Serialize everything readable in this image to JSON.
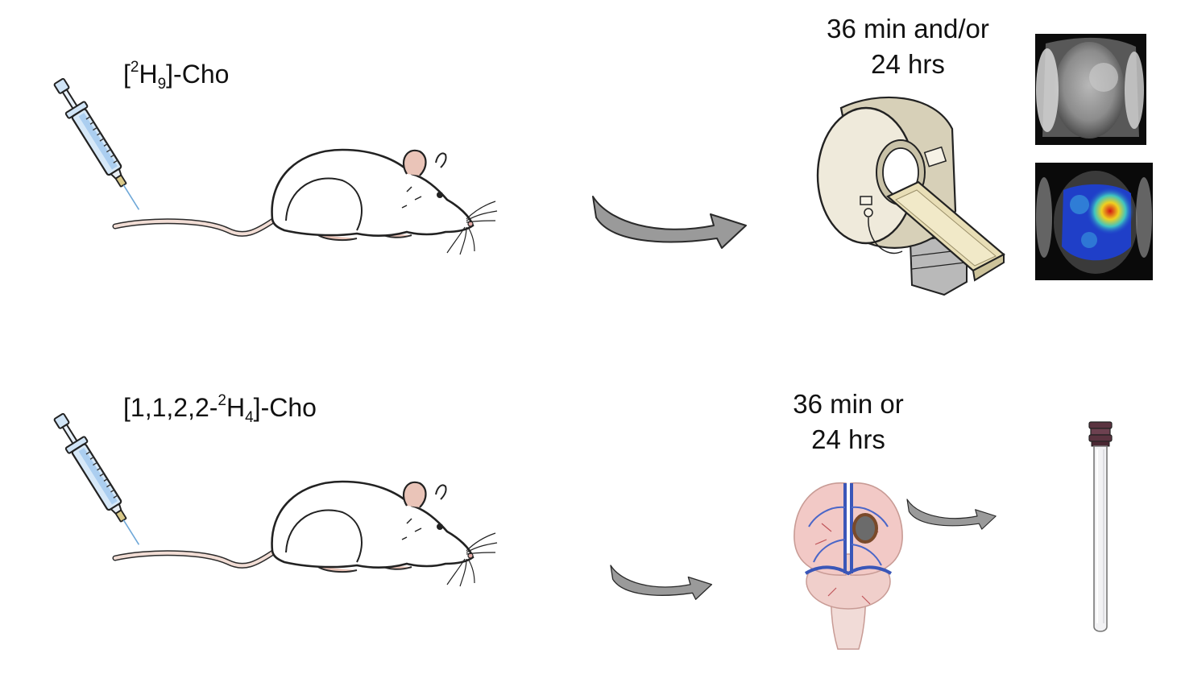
{
  "row1": {
    "compound": {
      "open": "[",
      "sup": "2",
      "element": "H",
      "sub": "9",
      "close": "]-Cho"
    },
    "timing": {
      "line1": "36 min and/or",
      "line2": "24 hrs"
    }
  },
  "row2": {
    "compound": {
      "open": "[1,1,2,2-",
      "sup": "2",
      "element": "H",
      "sub": "4",
      "close": "]-Cho"
    },
    "timing": {
      "line1": "36 min or",
      "line2": "24 hrs"
    }
  },
  "colors": {
    "arrow_fill": "#9a9a9a",
    "syringe_barrel": "#cfe3f7",
    "syringe_liquid": "#9ec6ec",
    "needle_hub": "#d9c98a",
    "mouse_body": "#ffffff",
    "mouse_tail": "#f1dcd4",
    "mouse_pink": "#e9c3b8",
    "scanner_body": "#ece6d2",
    "scanner_table": "#e6dcb4",
    "brain_tissue": "#f2c9c6",
    "brain_vessels": "#3a56b8",
    "tumor": "#6b6b6b",
    "tube_cap": "#5b3340"
  },
  "icons": [
    "syringe-icon",
    "mouse-icon",
    "mri-scanner-icon",
    "brain-icon",
    "nmr-tube-icon",
    "curved-arrow-icon"
  ]
}
